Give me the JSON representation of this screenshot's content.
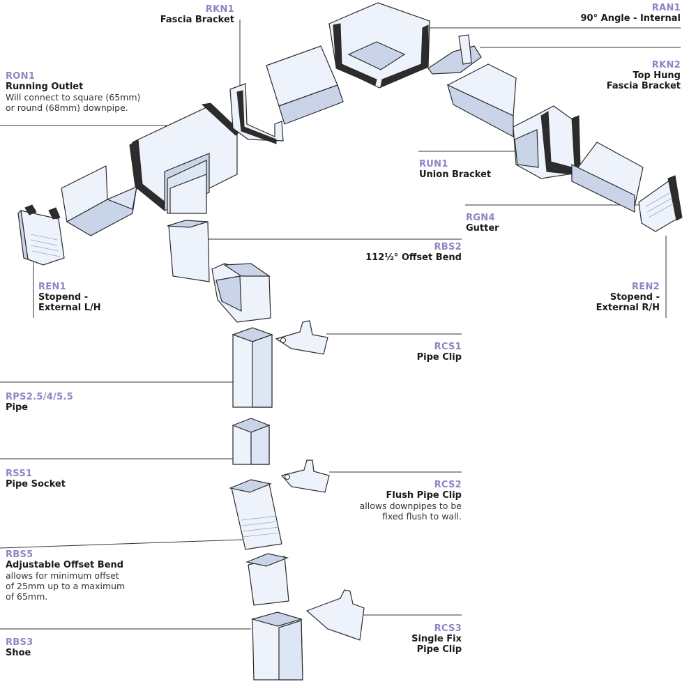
{
  "parts": {
    "rkn1": {
      "code": "RKN1",
      "name": "Fascia Bracket"
    },
    "ran1": {
      "code": "RAN1",
      "name": "90° Angle - Internal"
    },
    "rkn2": {
      "code": "RKN2",
      "name_line1": "Top Hung",
      "name_line2": "Fascia Bracket"
    },
    "ron1": {
      "code": "RON1",
      "name": "Running Outlet",
      "desc_line1": "Will connect to square (65mm)",
      "desc_line2": "or round (68mm) downpipe."
    },
    "run1": {
      "code": "RUN1",
      "name": "Union Bracket"
    },
    "rgn4": {
      "code": "RGN4",
      "name": "Gutter"
    },
    "rbs2": {
      "code": "RBS2",
      "name": "112½° Offset Bend"
    },
    "ren1": {
      "code": "REN1",
      "name_line1": "Stopend -",
      "name_line2": "External L/H"
    },
    "ren2": {
      "code": "REN2",
      "name_line1": "Stopend -",
      "name_line2": "External R/H"
    },
    "rcs1": {
      "code": "RCS1",
      "name": "Pipe Clip"
    },
    "rps": {
      "code": "RPS2.5/4/5.5",
      "name": "Pipe"
    },
    "rss1": {
      "code": "RSS1",
      "name": "Pipe Socket"
    },
    "rcs2": {
      "code": "RCS2",
      "name": "Flush Pipe Clip",
      "desc_line1": "allows downpipes to be",
      "desc_line2": "fixed flush to wall."
    },
    "rbs5": {
      "code": "RBS5",
      "name": "Adjustable Offset Bend",
      "desc_line1": "allows for minimum offset",
      "desc_line2": "of 25mm up to a maximum",
      "desc_line3": "of 65mm."
    },
    "rcs3": {
      "code": "RCS3",
      "name_line1": "Single Fix",
      "name_line2": "Pipe Clip"
    },
    "rbs3": {
      "code": "RBS3",
      "name": "Shoe"
    }
  },
  "colors": {
    "code_accent": "#8c86c6",
    "part_light": "#eef3fb",
    "part_shade": "#c9d4e8",
    "gasket": "#2c2c2c"
  }
}
